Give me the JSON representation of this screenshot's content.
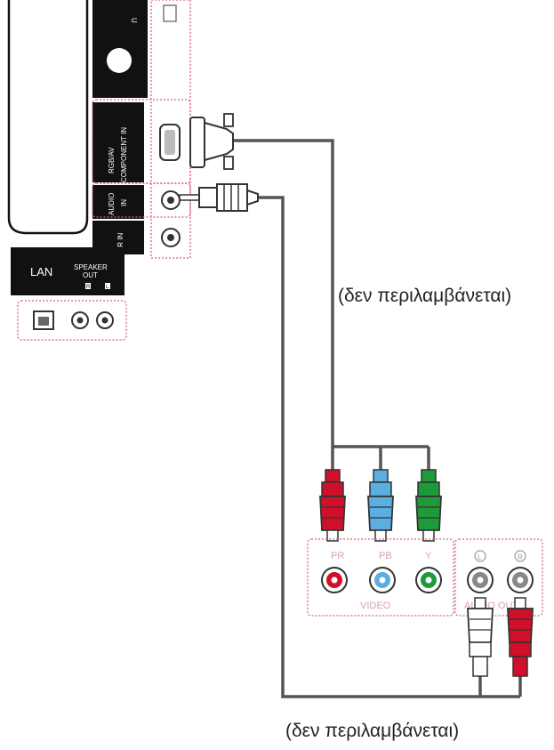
{
  "panel": {
    "rgb_av_label": "RGB/AV",
    "component_in_label": "COMPONENT IN",
    "audio_label": "AUDIO",
    "in_label": "IN",
    "ir_in_label": "IR IN",
    "lan_label": "LAN",
    "speaker_label": "SPEAKER",
    "out_label": "OUT",
    "speaker_r_label": "R",
    "speaker_l_label": "L"
  },
  "device": {
    "pr_label": "PR",
    "pb_label": "PB",
    "y_label": "Y",
    "video_label": "VIDEO",
    "audio_out_label": "AUDIO OUT",
    "left_label": "L",
    "right_label": "R"
  },
  "captions": {
    "top_note": "(δεν περιλαμβάνεται)",
    "bottom_note": "(δεν περιλαμβάνεται)"
  },
  "colors": {
    "pr_plug": "#d0102a",
    "pb_plug": "#5aaee0",
    "y_plug": "#1f9a3a",
    "audio_r_plug": "#d0102a",
    "audio_l_plug": "#ffffff",
    "cable": "#555555",
    "dotted": "#d9607a",
    "panel": "#111111"
  }
}
